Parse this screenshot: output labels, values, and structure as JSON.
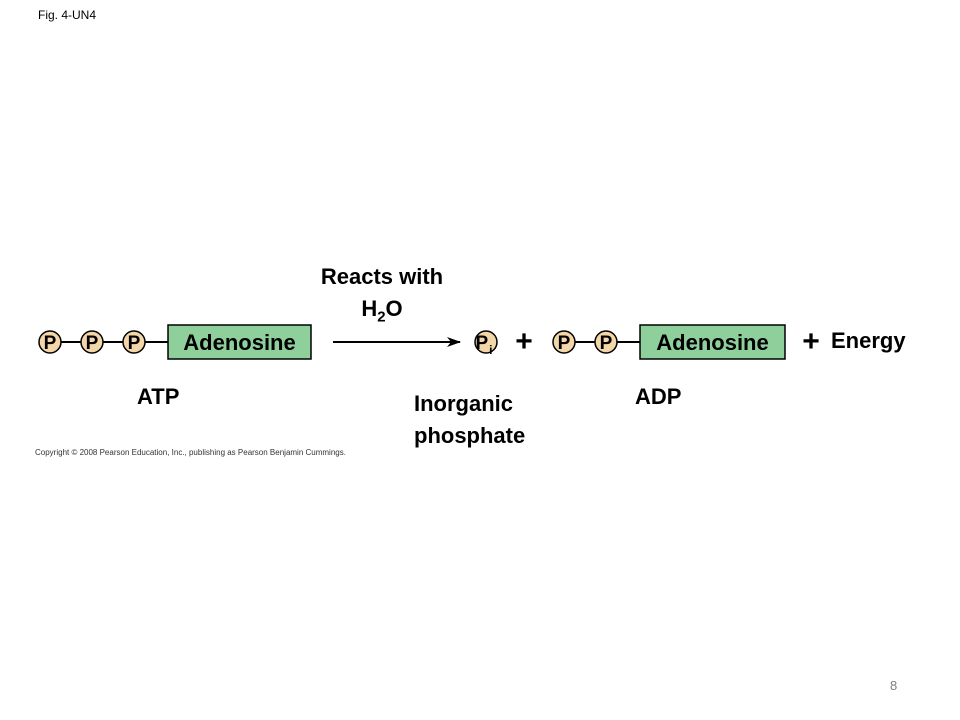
{
  "figure_label": "Fig. 4-UN4",
  "page_number": "8",
  "copyright": "Copyright © 2008 Pearson Education, Inc., publishing as Pearson Benjamin Cummings.",
  "colors": {
    "phosphate_circle": "#f4d7a8",
    "adenosine_box": "#8fcf9c",
    "outline": "#000000"
  },
  "reaction": {
    "arrow_label": "Reacts with",
    "water": {
      "base": "H",
      "subscript": "2",
      "rest": "O"
    },
    "atp": {
      "phosphates": [
        "P",
        "P",
        "P"
      ],
      "adenosine_label": "Adenosine",
      "caption": "ATP"
    },
    "inorganic_phosphate": {
      "symbol": "P",
      "subscript": "i",
      "caption_line1": "Inorganic",
      "caption_line2": "phosphate"
    },
    "plus_sign": "+",
    "adp": {
      "phosphates": [
        "P",
        "P"
      ],
      "adenosine_label": "Adenosine",
      "caption": "ADP"
    },
    "energy_label": "Energy"
  }
}
